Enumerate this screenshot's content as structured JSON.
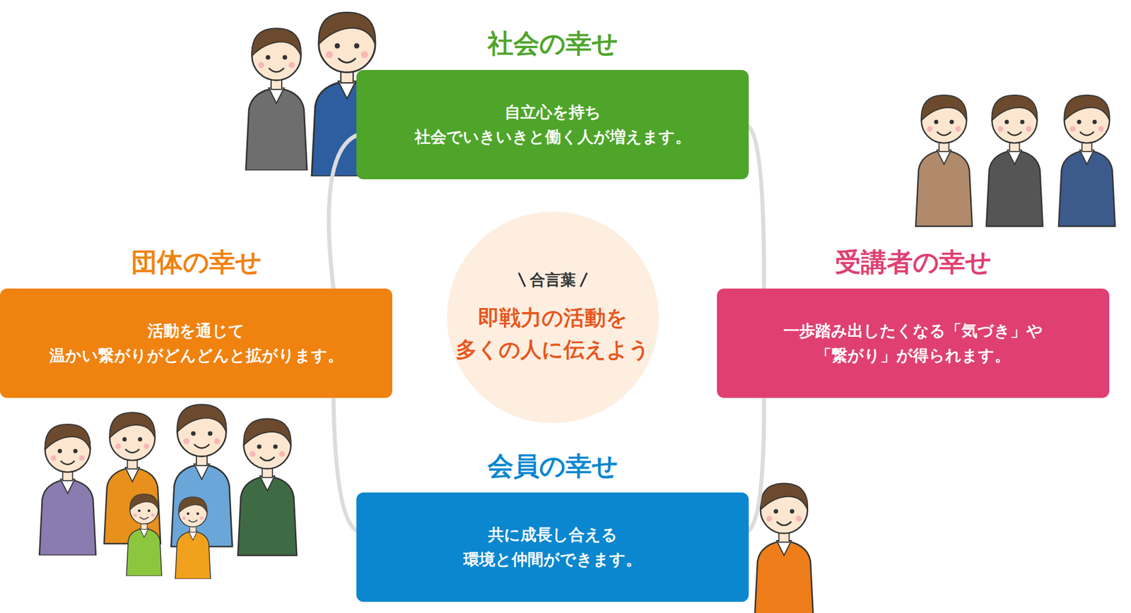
{
  "diagram": {
    "nodes": [
      {
        "text": [
          "社会の幸せ",
          "自立心を持ち 社会でいきいきと働く人が増えます。"
        ]
      },
      {
        "text": [
          "団体の幸せ",
          "活動を通じて 温かい繋がりがどんどんと拡がります。"
        ]
      },
      {
        "text": [
          "合言葉",
          "即戦力の活動を 多くの人に伝えよう"
        ]
      },
      {
        "text": [
          "受講者の幸せ",
          "一歩踏み出したくなる「気づき」や 「繋がり」が得られます。"
        ]
      },
      {
        "text": [
          "会員の幸せ",
          "共に成長し合える 環境と仲間ができます。"
        ]
      }
    ],
    "edges": [
      {
        "from": 0,
        "to": 3,
        "arrow": "none"
      },
      {
        "from": 3,
        "to": 4,
        "arrow": "none"
      },
      {
        "from": 4,
        "to": 1,
        "arrow": "none"
      },
      {
        "from": 1,
        "to": 0,
        "arrow": "none"
      }
    ]
  }
}
